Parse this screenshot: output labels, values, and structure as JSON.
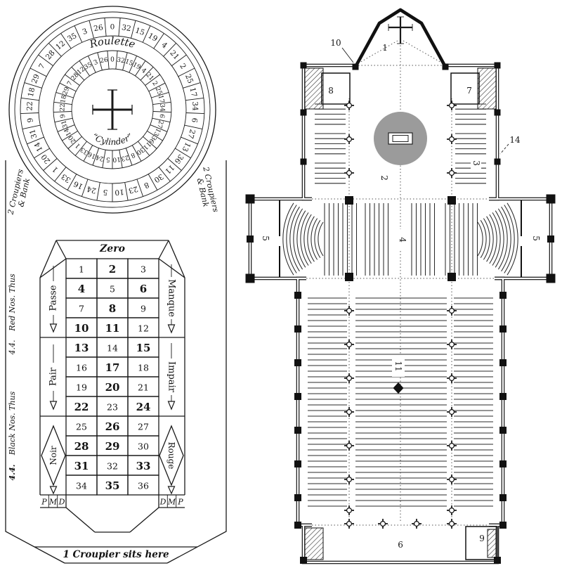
{
  "roulette": {
    "wheel": {
      "title": "Roulette",
      "cylinder_label": "“Cylinder”",
      "numbers": [
        "0",
        "32",
        "15",
        "19",
        "4",
        "21",
        "2",
        "25",
        "17",
        "34",
        "6",
        "27",
        "13",
        "36",
        "11",
        "30",
        "8",
        "23",
        "10",
        "5",
        "24",
        "16",
        "33",
        "1",
        "20",
        "14",
        "31",
        "9",
        "22",
        "18",
        "29",
        "7",
        "28",
        "12",
        "35",
        "3",
        "26"
      ]
    },
    "notes": {
      "croupiers_left_line1": "2 Croupiers",
      "croupiers_left_line2": "& Bank",
      "croupiers_right_line1": "2 Croupiers",
      "croupiers_right_line2": "& Bank",
      "red_label": "Red Nos. Thus",
      "red_sample": "4.4.",
      "black_label": "Black Nos. Thus",
      "black_sample": "4.4.",
      "croupier_seat": "1 Croupier sits here"
    },
    "table": {
      "zero_label": "Zero",
      "grid": [
        [
          1,
          2,
          3
        ],
        [
          4,
          5,
          6
        ],
        [
          7,
          8,
          9
        ],
        [
          10,
          11,
          12
        ],
        [
          13,
          14,
          15
        ],
        [
          16,
          17,
          18
        ],
        [
          19,
          20,
          21
        ],
        [
          22,
          23,
          24
        ],
        [
          25,
          26,
          27
        ],
        [
          28,
          29,
          30
        ],
        [
          31,
          32,
          33
        ],
        [
          34,
          35,
          36
        ]
      ],
      "black_numbers": [
        2,
        4,
        6,
        8,
        10,
        11,
        13,
        15,
        17,
        20,
        22,
        24,
        26,
        28,
        29,
        31,
        33,
        35
      ],
      "left_sections": [
        "Passe",
        "Pair",
        "Noir"
      ],
      "right_sections": [
        "Manque",
        "Impair",
        "Rouge"
      ],
      "dozens_left": [
        "P",
        "M",
        "D"
      ],
      "dozens_right": [
        "D",
        "M",
        "P"
      ]
    }
  },
  "church": {
    "labels": {
      "n1": "1",
      "n2": "2",
      "n3": "3",
      "n4": "4",
      "n5_left": "5",
      "n5_right": "5",
      "n6": "6",
      "n7": "7",
      "n8": "8",
      "n9": "9",
      "n10": "10",
      "n11": "11",
      "n14": "14"
    }
  }
}
